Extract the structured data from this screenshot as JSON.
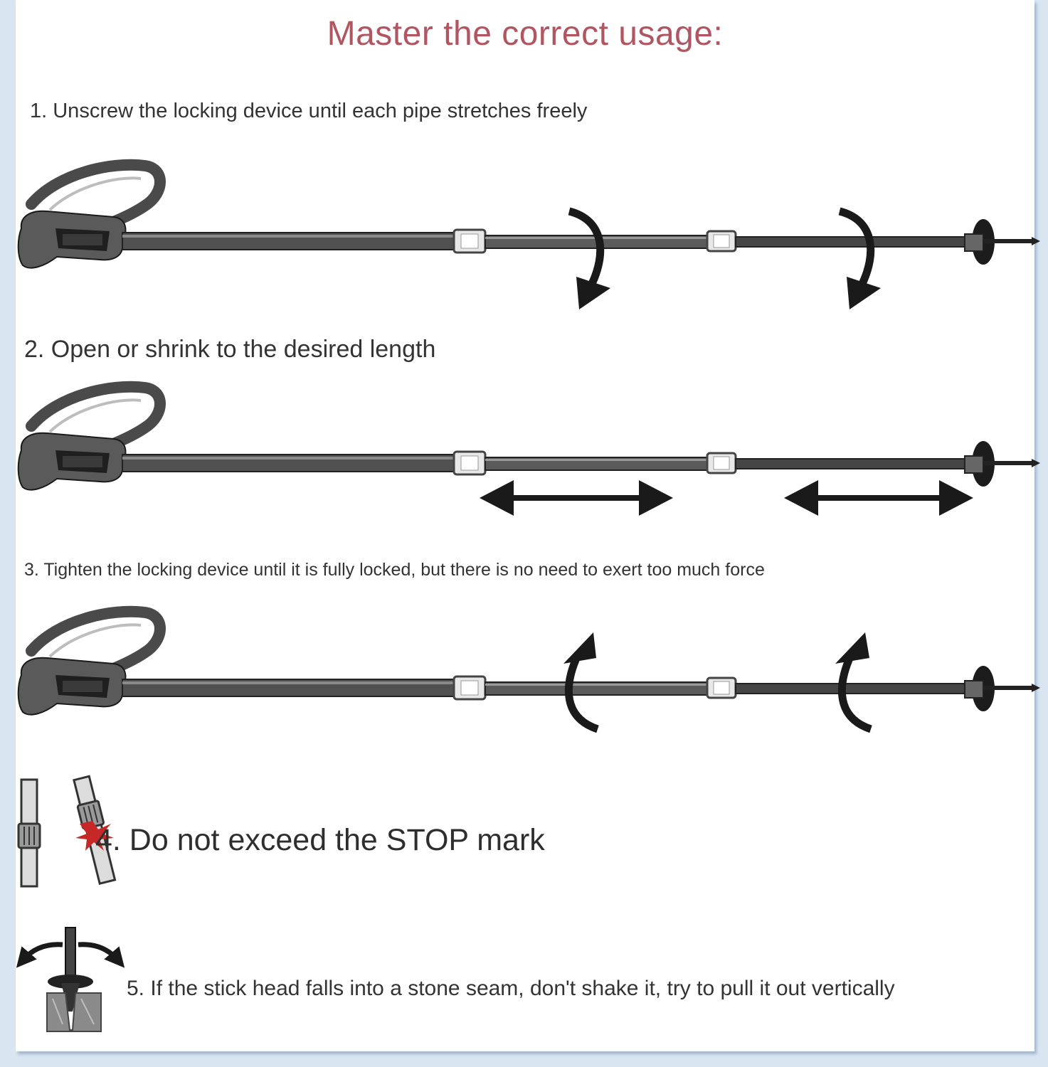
{
  "title": "Master the correct usage:",
  "steps": [
    {
      "text": "1. Unscrew the locking device until each pipe stretches freely",
      "illustration": "pole-unscrew"
    },
    {
      "text": "2. Open or shrink to the desired length",
      "illustration": "pole-adjust-length"
    },
    {
      "text": "3. Tighten the locking device until it is fully locked, but there is no need to exert too much force",
      "illustration": "pole-tighten"
    },
    {
      "text": "4. Do not exceed the STOP mark",
      "illustration": "stop-mark-warning"
    },
    {
      "text": "5. If the stick head falls into a stone seam, don't shake it, try to pull it out vertically",
      "illustration": "pull-out-vertically"
    }
  ],
  "colors": {
    "title": "#b05662",
    "text": "#333333",
    "pole": "#4a4a4a",
    "accent": "#c62828",
    "frame": "#d9e6f2"
  }
}
